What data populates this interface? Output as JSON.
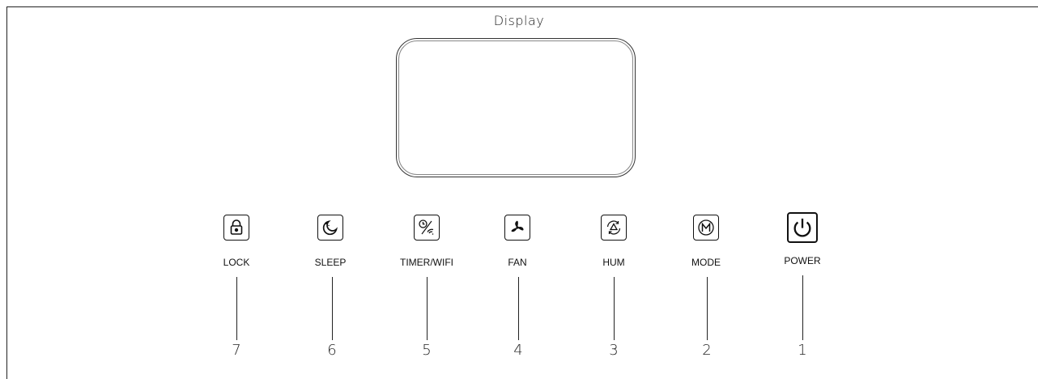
{
  "display": {
    "label": "Display"
  },
  "buttons": [
    {
      "id": "lock",
      "label": "LOCK",
      "number": "7",
      "icon": "lock-icon"
    },
    {
      "id": "sleep",
      "label": "SLEEP",
      "number": "6",
      "icon": "moon-icon"
    },
    {
      "id": "timer",
      "label": "TIMER/WIFI",
      "number": "5",
      "icon": "timer-wifi-icon"
    },
    {
      "id": "fan",
      "label": "FAN",
      "number": "4",
      "icon": "fan-icon"
    },
    {
      "id": "hum",
      "label": "HUM",
      "number": "3",
      "icon": "humidity-icon"
    },
    {
      "id": "mode",
      "label": "MODE",
      "number": "2",
      "icon": "mode-m-icon"
    },
    {
      "id": "power",
      "label": "POWER",
      "number": "1",
      "icon": "power-icon"
    }
  ]
}
